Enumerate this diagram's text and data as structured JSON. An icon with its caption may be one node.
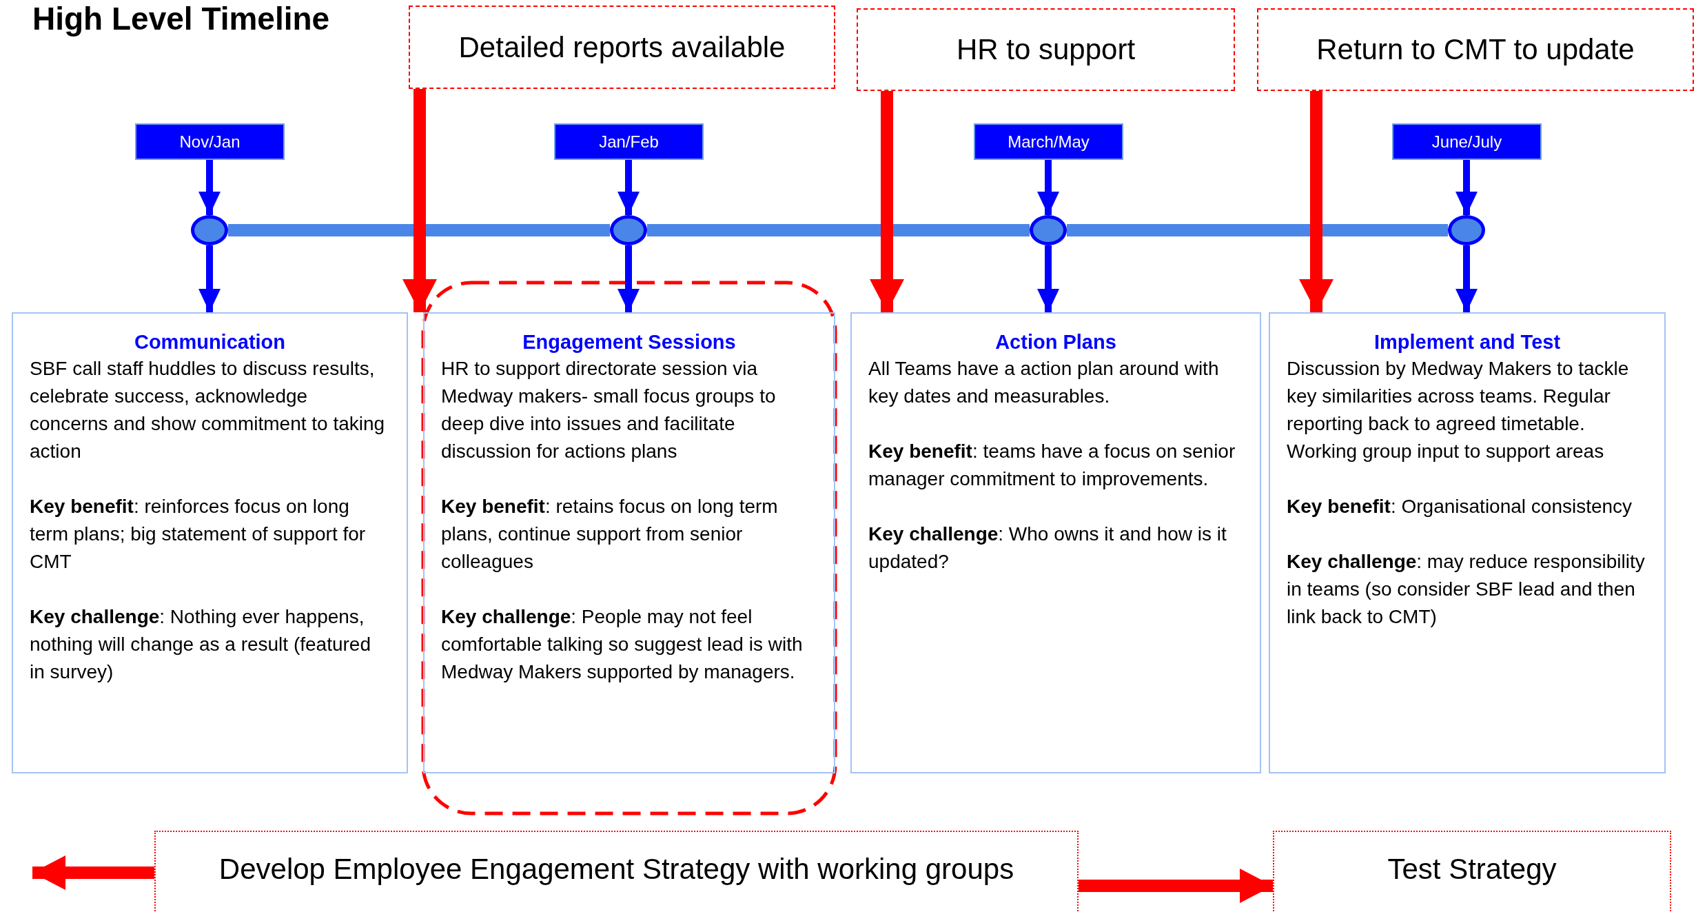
{
  "diagram": {
    "title": "High Level Timeline",
    "nodes": [
      {
        "text": [
          "Detailed reports available"
        ]
      },
      {
        "text": [
          "HR to support"
        ]
      },
      {
        "text": [
          "Return to CMT to update"
        ]
      },
      {
        "text": [
          "Nov/Jan"
        ]
      },
      {
        "text": [
          "Jan/Feb"
        ]
      },
      {
        "text": [
          "March/May"
        ]
      },
      {
        "text": [
          "June/July"
        ]
      },
      {
        "text": [],
        "shape": "circle"
      },
      {
        "text": [],
        "shape": "circle"
      },
      {
        "text": [],
        "shape": "circle"
      },
      {
        "text": [],
        "shape": "circle"
      },
      {
        "text": [
          "Communication",
          "SBF call staff huddles to discuss results, celebrate success, acknowledge concerns and show commitment to taking action",
          "**Key benefit**: reinforces focus on long term plans; big statement of support for CMT",
          "**Key challenge**: Nothing ever happens, nothing will change as a result (featured in survey)"
        ]
      },
      {
        "text": [
          "Engagement Sessions",
          "HR to support directorate session via Medway makers- small focus groups to deep dive into issues and facilitate discussion for actions plans",
          "**Key benefit**: retains focus on long term plans, continue support from senior colleagues",
          "**Key challenge**: People may not feel comfortable talking so suggest lead is with Medway Makers supported by managers."
        ]
      },
      {
        "text": [
          "Action Plans",
          "All Teams have a action plan around with key dates and measurables.",
          "**Key benefit**: teams have a focus on senior manager commitment to improvements.",
          "**Key challenge**: Who owns it and how is it updated?"
        ]
      },
      {
        "text": [
          "Implement and Test",
          "Discussion by Medway Makers to tackle key similarities across teams. Regular reporting back to agreed timetable. Working group input to support areas",
          "**Key benefit**: Organisational consistency",
          "**Key challenge**: may reduce responsibility in teams (so consider SBF lead and then link back to CMT)"
        ]
      },
      {
        "text": [
          "Develop Employee Engagement Strategy with working groups"
        ]
      },
      {
        "text": [
          "Test Strategy"
        ]
      }
    ],
    "edges": [
      {
        "from": 3,
        "to": 7,
        "arrow": "to"
      },
      {
        "from": 4,
        "to": 8,
        "arrow": "to"
      },
      {
        "from": 5,
        "to": 9,
        "arrow": "to"
      },
      {
        "from": 6,
        "to": 10,
        "arrow": "to"
      },
      {
        "from": 7,
        "to": 8,
        "arrow": "none",
        "style": "thick",
        "color": "#4a86e8"
      },
      {
        "from": 8,
        "to": 9,
        "arrow": "none",
        "style": "thick",
        "color": "#4a86e8"
      },
      {
        "from": 9,
        "to": 10,
        "arrow": "none",
        "style": "thick",
        "color": "#4a86e8"
      },
      {
        "from": 7,
        "to": 11,
        "arrow": "to"
      },
      {
        "from": 8,
        "to": 12,
        "arrow": "to"
      },
      {
        "from": 9,
        "to": 13,
        "arrow": "to"
      },
      {
        "from": 10,
        "to": 14,
        "arrow": "to"
      },
      {
        "from": 0,
        "to": 12,
        "arrow": "to",
        "style": "thick",
        "color": "#ff0000"
      },
      {
        "from": 1,
        "to": 13,
        "arrow": "to",
        "style": "thick",
        "color": "#ff0000"
      },
      {
        "from": 2,
        "to": 14,
        "arrow": "to",
        "style": "thick",
        "color": "#ff0000"
      },
      {
        "from": 15,
        "to": null,
        "arrow": "to",
        "style": "thick",
        "color": "#ff0000"
      },
      {
        "from": 15,
        "to": 16,
        "arrow": "to",
        "style": "thick",
        "color": "#ff0000"
      }
    ]
  }
}
